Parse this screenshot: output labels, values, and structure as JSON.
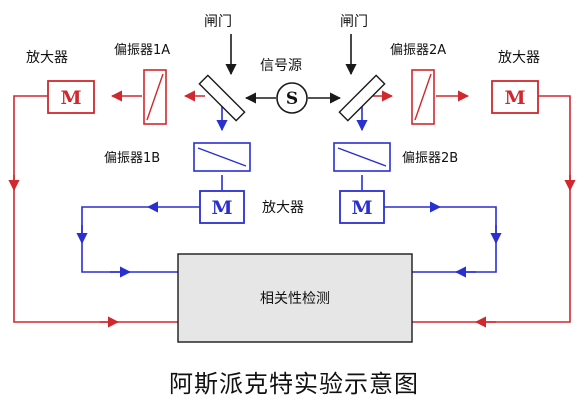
{
  "labels": {
    "amp_left": "放大器",
    "amp_right": "放大器",
    "amp_center": "放大器",
    "pol_1a": "偏振器1A",
    "pol_2a": "偏振器2A",
    "pol_1b": "偏振器1B",
    "pol_2b": "偏振器2B",
    "gate_left": "闸门",
    "gate_right": "闸门",
    "source": "信号源",
    "source_symbol": "S",
    "detector_symbol": "M",
    "correlation": "相关性检测"
  },
  "caption": "阿斯派克特实验示意图",
  "colors": {
    "red": "#d0282e",
    "blue": "#2a2fd0",
    "black": "#1a1a1a",
    "gray_box": "#e6e6e6"
  }
}
